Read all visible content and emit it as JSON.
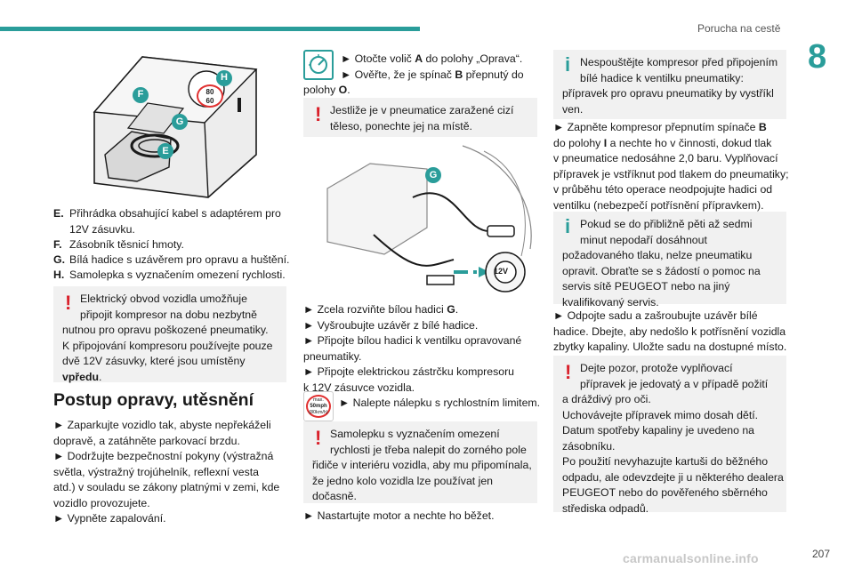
{
  "header": {
    "running_title": "Porucha na cestě",
    "chapter_number": "8",
    "page_number": "207",
    "watermark": "carmanualsonline.info"
  },
  "figure1": {
    "labels": {
      "F": "F",
      "H": "H",
      "G": "G",
      "E": "E"
    },
    "sticker_text": [
      "80",
      "60"
    ]
  },
  "legend": [
    {
      "letter": "E.",
      "lines": [
        "Přihrádka obsahující kabel s adaptérem pro",
        "12V zásuvku."
      ]
    },
    {
      "letter": "F.",
      "lines": [
        "Zásobník těsnicí hmoty."
      ]
    },
    {
      "letter": "G.",
      "lines": [
        "Bílá hadice s uzávěrem pro opravu a huštění."
      ]
    },
    {
      "letter": "H.",
      "lines": [
        "Samolepka s vyznačením omezení rychlosti."
      ]
    }
  ],
  "warning1": {
    "lines": [
      "Elektrický obvod vozidla umožňuje",
      "připojit kompresor na dobu nezbytně",
      "nutnou pro opravu poškozené pneumatiky.",
      "K připojování kompresoru používejte pouze",
      "dvě 12V zásuvky, které jsou umístěny"
    ],
    "last_bold": "vpředu",
    "last_end": "."
  },
  "section_title": "Postup opravy, utěsnění",
  "steps1": [
    "► Zaparkujte vozidlo tak, abyste nepřekáželi",
    "dopravě, a zatáhněte parkovací brzdu.",
    "► Dodržujte bezpečnostní pokyny (výstražná",
    "světla, výstražný trojúhelník, reflexní vesta",
    "atd.) v souladu se zákony platnými v zemi, kde",
    "vozidlo provozujete.",
    "► Vypněte zapalování."
  ],
  "dial_step": {
    "l1_a": "► Otočte volič ",
    "l1_b": "A",
    "l1_c": " do polohy „Oprava“.",
    "l2_a": "► Ověřte, že je spínač ",
    "l2_b": "B",
    "l2_c": " přepnutý do",
    "l3_a": "polohy ",
    "l3_b": "O",
    "l3_c": "."
  },
  "warning2": {
    "lines": [
      "Jestliže je v pneumatice zaražené cizí",
      "těleso, ponechte jej na místě."
    ]
  },
  "figure2": {
    "label_g": "G",
    "socket_text": "12V"
  },
  "steps2": {
    "l1_a": "► Zcela rozviňte bílou hadici ",
    "l1_b": "G",
    "l1_c": ".",
    "l2": "► Vyšroubujte uzávěr z bílé hadice.",
    "l3": "► Připojte bílou hadici k ventilku opravované",
    "l4": "pneumatiky.",
    "l5": "► Připojte elektrickou zástrčku kompresoru",
    "l6": "k 12V zásuvce vozidla.",
    "l7": "► Nalepte nálepku s rychlostním limitem."
  },
  "speed_sticker": {
    "top": "max.",
    "speed": "50mph",
    "sub": "(80km/h)"
  },
  "warning3": {
    "lines": [
      "Samolepku s vyznačením omezení",
      "rychlosti je třeba nalepit do zorného pole",
      "řidiče v interiéru vozidla, aby mu připomínala,",
      "že jedno kolo vozidla lze používat jen",
      "dočasně."
    ]
  },
  "steps3": "► Nastartujte motor a nechte ho běžet.",
  "info1": {
    "lines": [
      "Nespouštějte kompresor před připojením",
      "bílé hadice k ventilku pneumatiky:",
      "přípravek pro opravu pneumatiky by vystříkl",
      "ven."
    ]
  },
  "steps4": {
    "l1_a": "► Zapněte kompresor přepnutím spínače ",
    "l1_b": "B",
    "l2_a": "do polohy ",
    "l2_b": "I",
    "l2_c": " a nechte ho v činnosti, dokud tlak",
    "l3": "v pneumatice nedosáhne 2,0 baru. Vyplňovací",
    "l4": "přípravek je vstříknut pod tlakem do pneumatiky;",
    "l5": "v průběhu této operace neodpojujte hadici od",
    "l6": "ventilku (nebezpečí potřísnění přípravkem)."
  },
  "info2": {
    "lines": [
      "Pokud se do přibližně pěti až sedmi",
      "minut nepodaří dosáhnout",
      "požadovaného tlaku, nelze pneumatiku",
      "opravit. Obraťte se s žádostí o pomoc na",
      "servis sítě PEUGEOT nebo na jiný",
      "kvalifikovaný servis."
    ]
  },
  "steps5": [
    "► Odpojte sadu a zašroubujte uzávěr bílé",
    "hadice. Dbejte, aby nedošlo k potřísnění vozidla",
    "zbytky kapaliny. Uložte sadu na dostupné místo."
  ],
  "warning4": {
    "lines": [
      "Dejte pozor, protože vyplňovací",
      "přípravek je jedovatý a v případě požití",
      "a dráždivý pro oči.",
      "Uchovávejte přípravek mimo dosah dětí.",
      "Datum spotřeby kapaliny je uvedeno na",
      "zásobníku.",
      "Po použití nevyhazujte kartuši do běžného",
      "odpadu, ale odevzdejte ji u některého dealera",
      "PEUGEOT nebo do pověřeného sběrného",
      "střediska odpadů."
    ]
  },
  "colors": {
    "accent": "#2a9d9a",
    "warning": "#d9202a",
    "note_bg": "#f1f1f1",
    "sticker_red": "#e03030"
  }
}
